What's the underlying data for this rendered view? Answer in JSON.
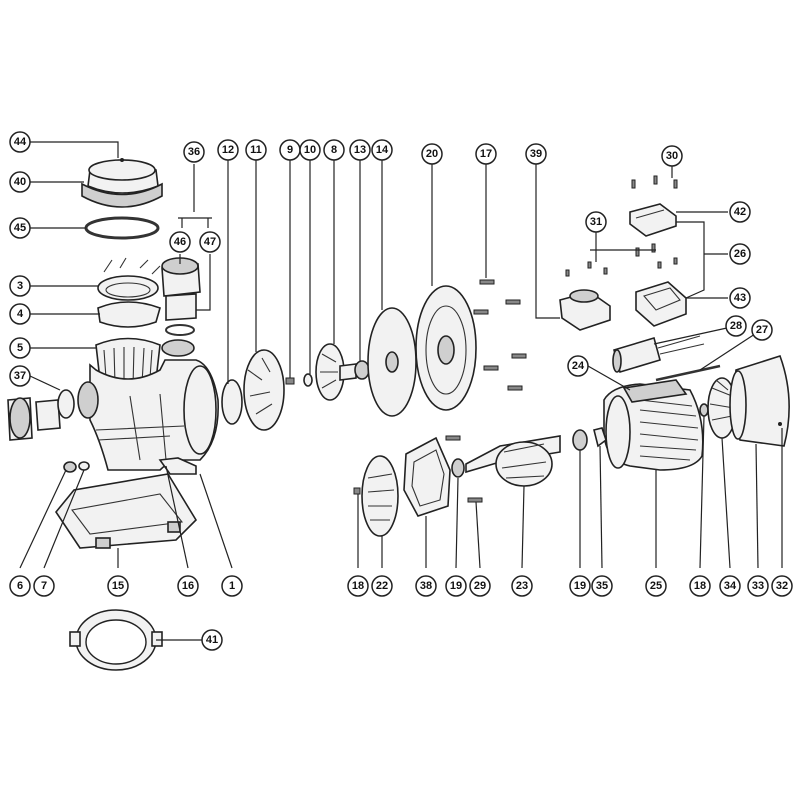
{
  "callouts": {
    "c1": "1",
    "c3": "3",
    "c4": "4",
    "c5": "5",
    "c6": "6",
    "c7": "7",
    "c8": "8",
    "c9": "9",
    "c10": "10",
    "c11": "11",
    "c12": "12",
    "c13": "13",
    "c14": "14",
    "c15": "15",
    "c16": "16",
    "c17": "17",
    "c18a": "18",
    "c18b": "18",
    "c19a": "19",
    "c19b": "19",
    "c20": "20",
    "c22": "22",
    "c23": "23",
    "c24": "24",
    "c25": "25",
    "c26": "26",
    "c27": "27",
    "c28": "28",
    "c29": "29",
    "c30": "30",
    "c31": "31",
    "c32": "32",
    "c33": "33",
    "c34": "34",
    "c35": "35",
    "c36": "36",
    "c37": "37",
    "c38": "38",
    "c39": "39",
    "c40": "40",
    "c41": "41",
    "c42": "42",
    "c43": "43",
    "c44": "44",
    "c45": "45",
    "c46": "46",
    "c47": "47"
  }
}
